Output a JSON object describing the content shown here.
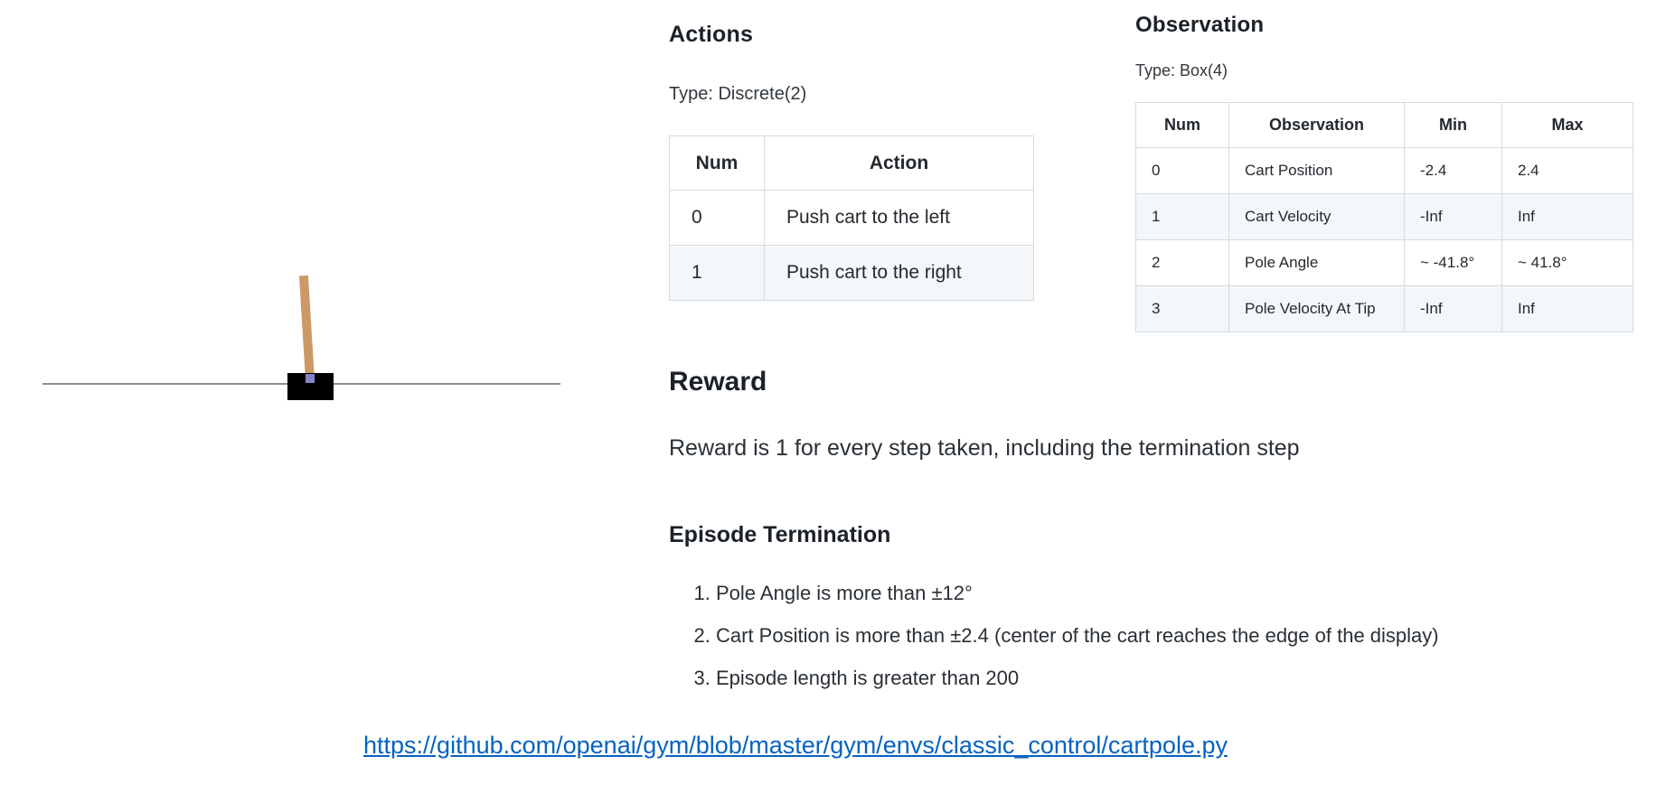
{
  "figure": {
    "name": "CartPole environment render",
    "track_color": "#8a8f94",
    "cart_color": "#000000",
    "pole_color": "#cc9966",
    "axle_color": "#8184cb"
  },
  "actions": {
    "title": "Actions",
    "type": "Type: Discrete(2)",
    "table": {
      "headers": [
        "Num",
        "Action"
      ],
      "rows": [
        [
          "0",
          "Push cart to the left"
        ],
        [
          "1",
          "Push cart to the right"
        ]
      ]
    }
  },
  "observation": {
    "title": "Observation",
    "type": "Type: Box(4)",
    "table": {
      "headers": [
        "Num",
        "Observation",
        "Min",
        "Max"
      ],
      "rows": [
        [
          "0",
          "Cart Position",
          "-2.4",
          "2.4"
        ],
        [
          "1",
          "Cart Velocity",
          "-Inf",
          "Inf"
        ],
        [
          "2",
          "Pole Angle",
          "~ -41.8°",
          "~ 41.8°"
        ],
        [
          "3",
          "Pole Velocity At Tip",
          "-Inf",
          "Inf"
        ]
      ]
    }
  },
  "reward": {
    "title": "Reward",
    "text": "Reward is 1 for every step taken, including the termination step"
  },
  "termination": {
    "title": "Episode Termination",
    "items": [
      "Pole Angle is more than ±12°",
      "Cart Position is more than ±2.4 (center of the cart reaches the edge of the display)",
      "Episode length is greater than 200"
    ]
  },
  "source": {
    "url_text": "https://github.com/openai/gym/blob/master/gym/envs/classic_control/cartpole.py",
    "link_color": "#0563c1"
  }
}
